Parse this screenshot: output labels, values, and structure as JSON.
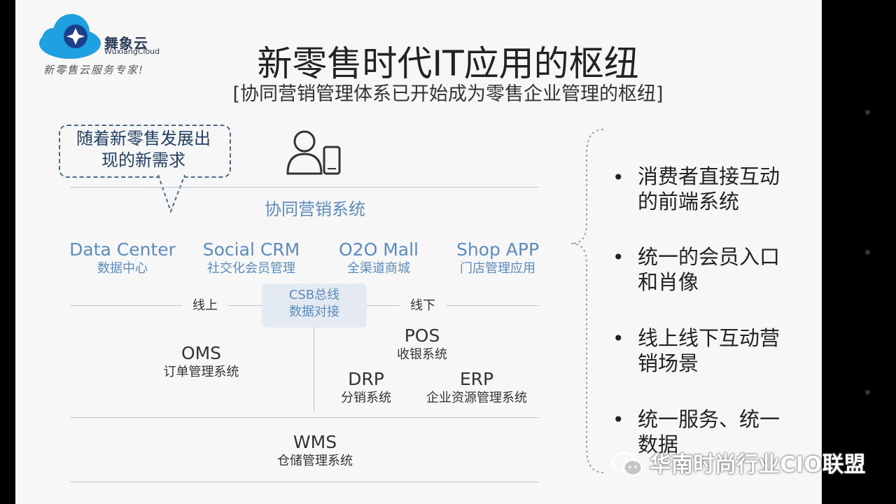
{
  "brand": {
    "name": "舞象云",
    "name_en": "WuxiangCloud",
    "slogan": "新零售云服务专家!"
  },
  "title": "新零售时代IT应用的枢纽",
  "subtitle": "[协同营销管理体系已开始成为零售企业管理的枢纽]",
  "callout": {
    "line1": "随着新零售发展出",
    "line2": "现的新需求"
  },
  "user_icon": "person-with-phone-icon",
  "section_label": "协同营销系统",
  "modules": [
    {
      "en": "Data Center",
      "cn": "数据中心"
    },
    {
      "en": "Social CRM",
      "cn": "社交化会员管理"
    },
    {
      "en": "O2O Mall",
      "cn": "全渠道商城"
    },
    {
      "en": "Shop APP",
      "cn": "门店管理应用"
    }
  ],
  "bus": {
    "online": "线上",
    "offline": "线下",
    "csb_line1": "CSB总线",
    "csb_line2": "数据对接"
  },
  "systems": {
    "oms": {
      "en": "OMS",
      "cn": "订单管理系统"
    },
    "pos": {
      "en": "POS",
      "cn": "收银系统"
    },
    "drp": {
      "en": "DRP",
      "cn": "分销系统"
    },
    "erp": {
      "en": "ERP",
      "cn": "企业资源管理系统"
    },
    "wms": {
      "en": "WMS",
      "cn": "仓储管理系统"
    }
  },
  "bullets": [
    {
      "line1": "消费者直接互动",
      "line2": "的前端系统"
    },
    {
      "line1": "统一的会员入口",
      "line2": "和肖像"
    },
    {
      "line1": "线上线下互动营",
      "line2": "销场景"
    },
    {
      "line1": "统一服务、统一",
      "line2": "数据"
    }
  ],
  "watermark": "华南时尚行业CIO联盟",
  "colors": {
    "accent_blue": "#5b8bc0",
    "dark_blue": "#1f3f66",
    "line": "#b8c8d8",
    "csb_bg": "#e3eaf1"
  }
}
